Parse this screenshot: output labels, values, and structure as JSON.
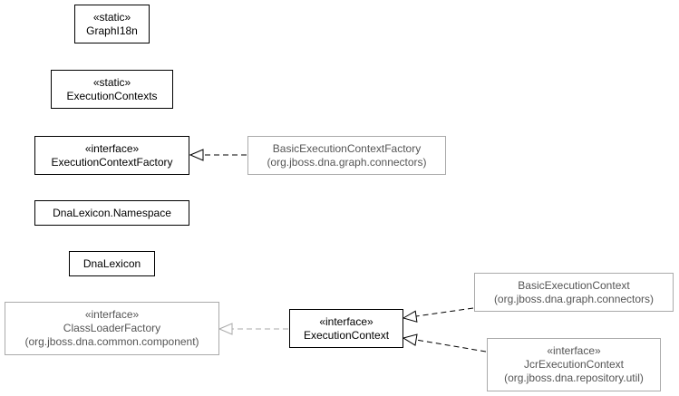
{
  "nodes": {
    "graphi18n": {
      "stereotype": "«static»",
      "name": "GraphI18n"
    },
    "execution_contexts": {
      "stereotype": "«static»",
      "name": "ExecutionContexts"
    },
    "execution_context_factory": {
      "stereotype": "«interface»",
      "name": "ExecutionContextFactory"
    },
    "basic_execution_context_factory": {
      "name": "BasicExecutionContextFactory",
      "package": "(org.jboss.dna.graph.connectors)"
    },
    "dna_lexicon_namespace": {
      "name": "DnaLexicon.Namespace"
    },
    "dna_lexicon": {
      "name": "DnaLexicon"
    },
    "class_loader_factory": {
      "stereotype": "«interface»",
      "name": "ClassLoaderFactory",
      "package": "(org.jboss.dna.common.component)"
    },
    "execution_context": {
      "stereotype": "«interface»",
      "name": "ExecutionContext"
    },
    "basic_execution_context": {
      "name": "BasicExecutionContext",
      "package": "(org.jboss.dna.graph.connectors)"
    },
    "jcr_execution_context": {
      "stereotype": "«interface»",
      "name": "JcrExecutionContext",
      "package": "(org.jboss.dna.repository.util)"
    }
  },
  "colors": {
    "primary_border": "#000000",
    "external_border": "#aaaaaa",
    "external_text": "#555555",
    "external_edge": "#aaaaaa"
  }
}
